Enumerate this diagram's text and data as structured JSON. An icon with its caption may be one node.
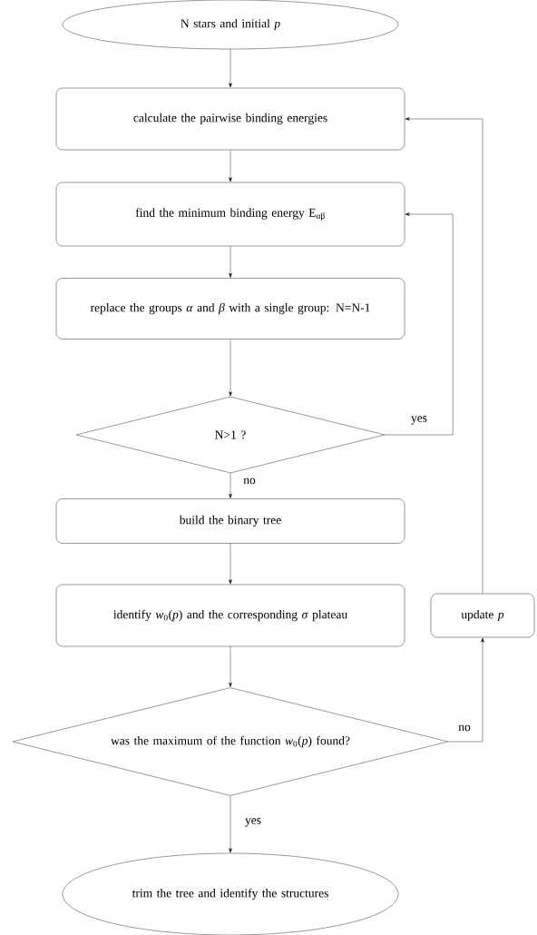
{
  "diagram": {
    "nodes": [
      {
        "text": [
          "N stars and initial *p*"
        ]
      },
      {
        "text": [
          "calculate the pairwise binding energies"
        ]
      },
      {
        "text": [
          "find the minimum binding energy E$_{αβ}$"
        ]
      },
      {
        "text": [
          "replace the groups *α* and *β* with a single group: N=N-1"
        ]
      },
      {
        "text": [
          "N>1 ?"
        ]
      },
      {
        "text": [
          "build the binary tree"
        ]
      },
      {
        "text": [
          "identify *w*$_{0}$(*p*) and the corresponding *σ* plateau"
        ]
      },
      {
        "text": [
          "was the maximum of the function *w*$_{0}$(*p*) found?"
        ]
      },
      {
        "text": [
          "update *p*"
        ]
      },
      {
        "text": [
          "trim the tree and identify the structures"
        ]
      }
    ],
    "edges": [
      {
        "from": 0,
        "to": 1,
        "arrow": "to"
      },
      {
        "from": 1,
        "to": 2,
        "arrow": "to"
      },
      {
        "from": 2,
        "to": 3,
        "arrow": "to"
      },
      {
        "from": 3,
        "to": 4,
        "arrow": "to"
      },
      {
        "from": 4,
        "to": 2,
        "arrow": "to",
        "label": "yes"
      },
      {
        "from": 4,
        "to": 5,
        "arrow": "to",
        "label": "no"
      },
      {
        "from": 5,
        "to": 6,
        "arrow": "to"
      },
      {
        "from": 6,
        "to": 7,
        "arrow": "to"
      },
      {
        "from": 7,
        "to": 8,
        "arrow": "to",
        "label": "no"
      },
      {
        "from": 8,
        "to": 1,
        "arrow": "to"
      },
      {
        "from": 7,
        "to": 9,
        "arrow": "to",
        "label": "yes"
      }
    ]
  }
}
